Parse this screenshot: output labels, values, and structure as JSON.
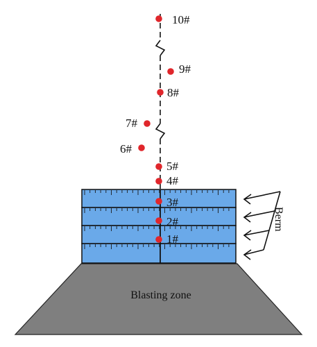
{
  "diagram": {
    "zone_label": "Blasting zone",
    "berm_label": "Berm",
    "points": [
      {
        "id": "p10",
        "label": "10#"
      },
      {
        "id": "p9",
        "label": "9#"
      },
      {
        "id": "p8",
        "label": "8#"
      },
      {
        "id": "p7",
        "label": "7#"
      },
      {
        "id": "p6",
        "label": "6#"
      },
      {
        "id": "p5",
        "label": "5#"
      },
      {
        "id": "p4",
        "label": "4#"
      },
      {
        "id": "p3",
        "label": "3#"
      },
      {
        "id": "p2",
        "label": "2#"
      },
      {
        "id": "p1",
        "label": "1#"
      }
    ],
    "colors": {
      "point": "#e0262b",
      "berm_fill": "#6aa9e9",
      "zone_fill": "#7f7f7f",
      "line": "#111111"
    }
  }
}
